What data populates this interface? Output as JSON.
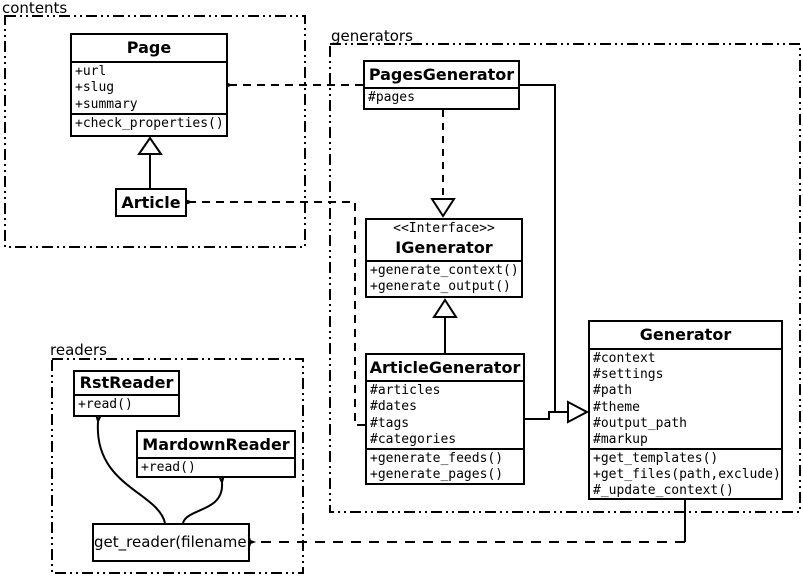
{
  "diagram": {
    "type": "uml-class-diagram",
    "colors": {
      "line": "#000000",
      "background": "#ffffff",
      "text": "#000000"
    }
  },
  "packages": {
    "contents": {
      "label": "contents"
    },
    "generators": {
      "label": "generators"
    },
    "readers": {
      "label": "readers"
    }
  },
  "classes": {
    "page": {
      "name": "Page",
      "attributes": [
        "+url",
        "+slug",
        "+summary"
      ],
      "methods": [
        "+check_properties()"
      ]
    },
    "article": {
      "name": "Article"
    },
    "pages_generator": {
      "name": "PagesGenerator",
      "attributes": [
        "#pages"
      ]
    },
    "igenerator": {
      "stereotype": "<<Interface>>",
      "name": "IGenerator",
      "methods": [
        "+generate_context()",
        "+generate_output()"
      ]
    },
    "article_generator": {
      "name": "ArticleGenerator",
      "attributes": [
        "#articles",
        "#dates",
        "#tags",
        "#categories"
      ],
      "methods": [
        "+generate_feeds()",
        "+generate_pages()"
      ]
    },
    "generator": {
      "name": "Generator",
      "attributes": [
        "#context",
        "#settings",
        "#path",
        "#theme",
        "#output_path",
        "#markup"
      ],
      "methods": [
        "+get_templates()",
        "+get_files(path,exclude)",
        "#_update_context()"
      ]
    },
    "rst_reader": {
      "name": "RstReader",
      "methods": [
        "+read()"
      ]
    },
    "mardown_reader": {
      "name": "MardownReader",
      "methods": [
        "+read()"
      ]
    },
    "get_reader": {
      "label": "get_reader(filename)"
    }
  },
  "relationships": [
    {
      "from": "Article",
      "to": "Page",
      "type": "inheritance"
    },
    {
      "from": "PagesGenerator",
      "to": "Page",
      "type": "dependency"
    },
    {
      "from": "ArticleGenerator",
      "to": "Article",
      "type": "dependency"
    },
    {
      "from": "PagesGenerator",
      "to": "IGenerator",
      "type": "realization"
    },
    {
      "from": "ArticleGenerator",
      "to": "IGenerator",
      "type": "inheritance"
    },
    {
      "from": "PagesGenerator",
      "to": "Generator",
      "type": "inheritance"
    },
    {
      "from": "ArticleGenerator",
      "to": "Generator",
      "type": "inheritance"
    },
    {
      "from": "Generator",
      "to": "get_reader(filename)",
      "type": "dependency"
    },
    {
      "from": "get_reader(filename)",
      "to": "RstReader",
      "type": "dependency"
    },
    {
      "from": "get_reader(filename)",
      "to": "MardownReader",
      "type": "dependency"
    }
  ]
}
